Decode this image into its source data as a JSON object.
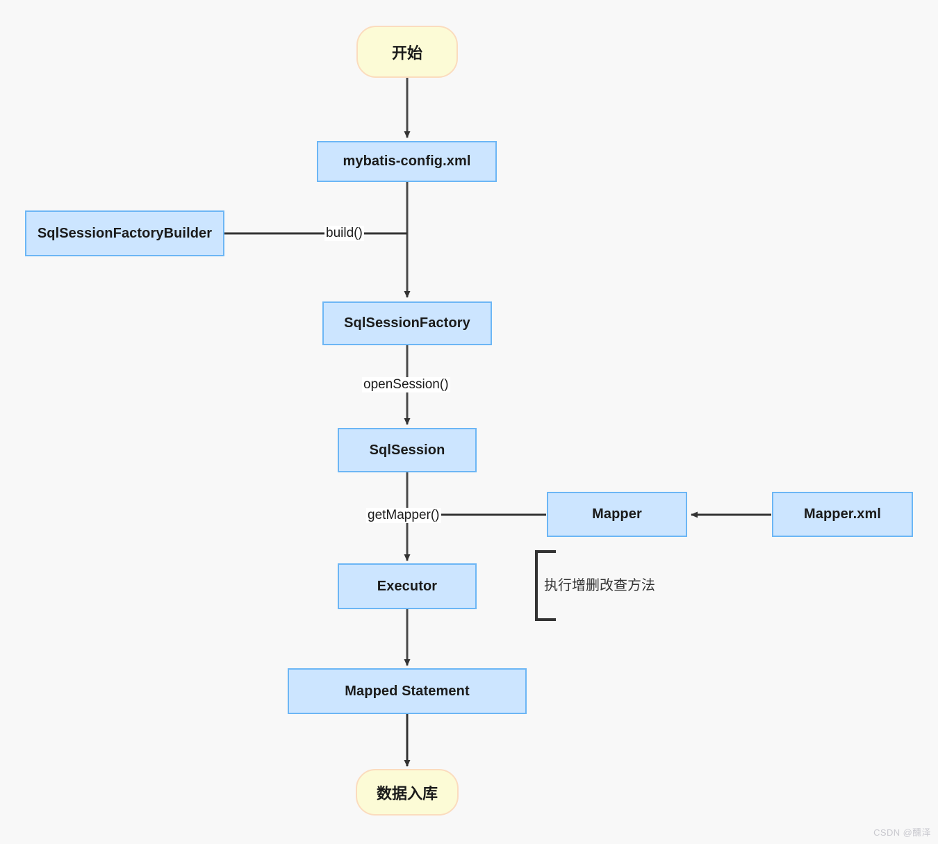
{
  "diagram": {
    "title": "MyBatis execution flow",
    "background_color": "#f8f8f8",
    "node_fill_process": "#cce5ff",
    "node_border_process": "#6cb6f5",
    "node_fill_terminal": "#fcfbd6",
    "node_border_terminal": "#fbdcbe",
    "connector_color": "#333333"
  },
  "nodes": {
    "start": "开始",
    "config": "mybatis-config.xml",
    "builder": "SqlSessionFactoryBuilder",
    "factory": "SqlSessionFactory",
    "session": "SqlSession",
    "mapper": "Mapper",
    "mapper_xml": "Mapper.xml",
    "executor": "Executor",
    "mapped_statement": "Mapped Statement",
    "end": "数据入库"
  },
  "edge_labels": {
    "build": "build()",
    "open_session": "openSession()",
    "get_mapper": "getMapper()"
  },
  "annotations": {
    "crud": "执行增删改查方法"
  },
  "watermark": {
    "text": "CSDN @醺泽"
  }
}
